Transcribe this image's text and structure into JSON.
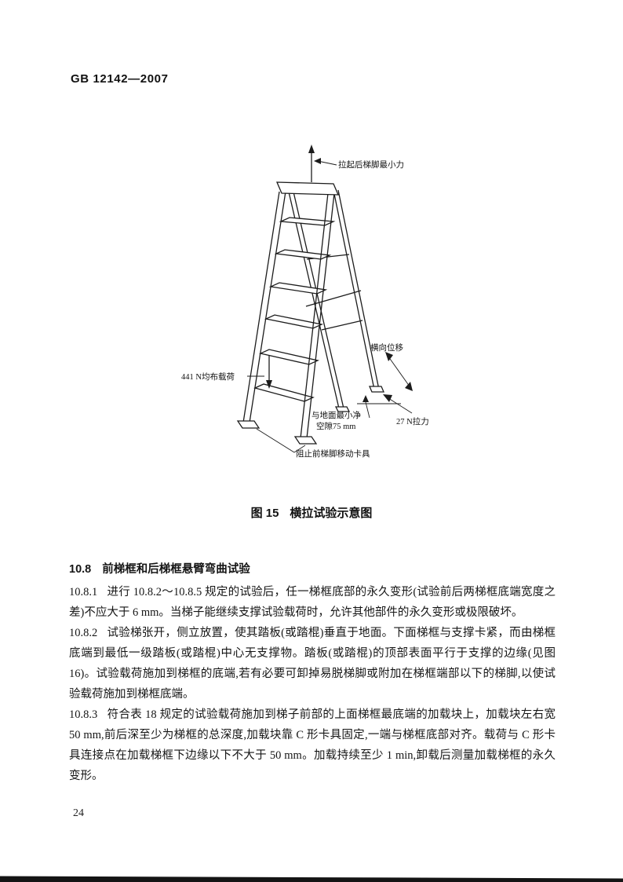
{
  "header": {
    "doc_number": "GB 12142—2007"
  },
  "figure": {
    "caption_num": "图 15",
    "caption_title": "横拉试验示意图",
    "labels": {
      "lift_force": "拉起后梯脚最小力",
      "lateral_displacement": "横向位移",
      "distributed_load": "441 N均布载荷",
      "clearance_line1": "与地面最小净",
      "clearance_line2": "空隙75 mm",
      "pull_force": "27 N拉力",
      "fixture": "阻止前梯脚移动卡具"
    }
  },
  "content": {
    "heading": {
      "num": "10.8",
      "title": "前梯框和后梯框悬臂弯曲试验"
    },
    "paragraphs": [
      {
        "num": "10.8.1",
        "text": "进行 10.8.2～10.8.5 规定的试验后，任一梯框底部的永久变形(试验前后两梯框底端宽度之差)不应大于 6 mm。当梯子能继续支撑试验载荷时，允许其他部件的永久变形或极限破坏。"
      },
      {
        "num": "10.8.2",
        "text": "试验梯张开，侧立放置，使其踏板(或踏棍)垂直于地面。下面梯框与支撑卡紧，而由梯框底端到最低一级踏板(或踏棍)中心无支撑物。踏板(或踏棍)的顶部表面平行于支撑的边缘(见图 16)。试验载荷施加到梯框的底端,若有必要可卸掉易脱梯脚或附加在梯框端部以下的梯脚,以使试验载荷施加到梯框底端。"
      },
      {
        "num": "10.8.3",
        "text": "符合表 18 规定的试验载荷施加到梯子前部的上面梯框最底端的加载块上，加载块左右宽 50 mm,前后深至少为梯框的总深度,加载块靠 C 形卡具固定,一端与梯框底部对齐。载荷与 C 形卡具连接点在加载梯框下边缘以下不大于 50 mm。加载持续至少 1 min,卸载后测量加载梯框的永久变形。"
      }
    ]
  },
  "footer": {
    "page_number": "24"
  }
}
